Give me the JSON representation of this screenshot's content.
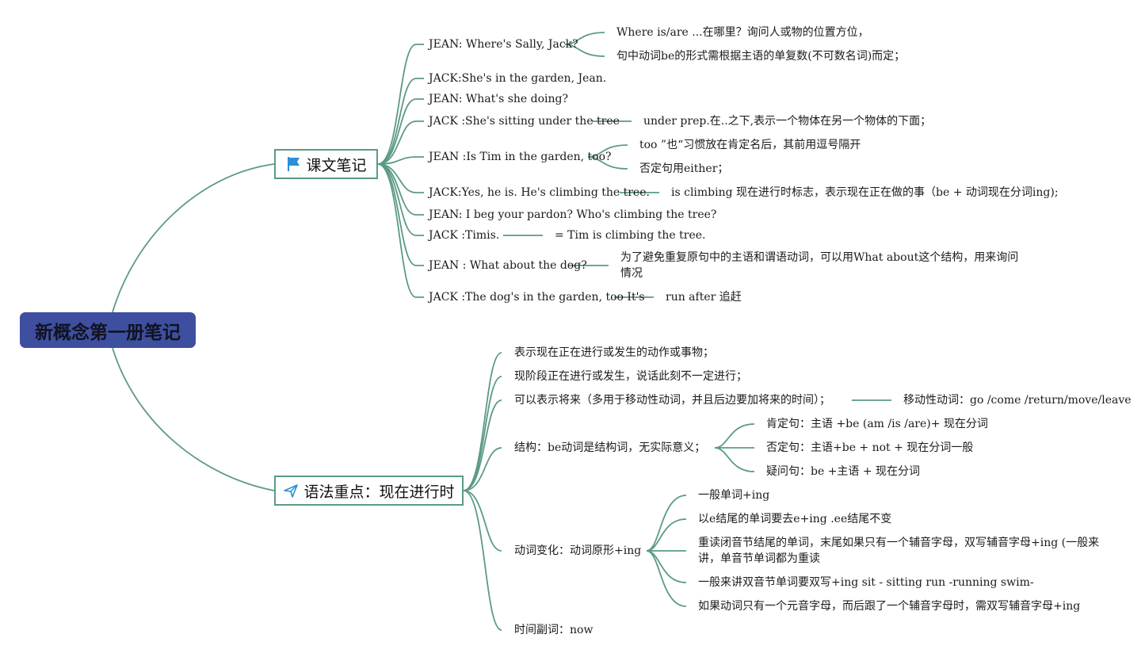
{
  "root": "新概念第一册笔记",
  "topics": {
    "notes": {
      "label": "课文笔记",
      "icon": "flag-icon"
    },
    "grammar": {
      "label": "语法重点：现在进行时",
      "icon": "paper-plane-icon"
    }
  },
  "notes_items": [
    {
      "text": "JEAN: Where's Sally, Jack?",
      "children": [
        "Where is/are ...在哪里？询问人或物的位置方位，",
        "句中动词be的形式需根据主语的单复数(不可数名词)而定；"
      ]
    },
    {
      "text": "JACK:She's in the garden, Jean.",
      "children": []
    },
    {
      "text": "JEAN: What's she doing?",
      "children": []
    },
    {
      "text": "JACK :She's sitting under the tree",
      "children": [
        "under prep.在..之下,表示一个物体在另一个物体的下面；"
      ]
    },
    {
      "text": "JEAN :Is Tim in the garden, too?",
      "children": [
        "too ”也“习惯放在肯定名后，其前用逗号隔开",
        "否定句用either；"
      ]
    },
    {
      "text": "JACK:Yes, he is. He's climbing the tree.",
      "children": [
        "is climbing 现在进行时标志，表示现在正在做的事（be + 动词现在分词ing);"
      ]
    },
    {
      "text": "JEAN: I beg your pardon? Who's climbing the tree?",
      "children": []
    },
    {
      "text": "JACK :Timis.",
      "children": [
        "= Tim is climbing the tree."
      ]
    },
    {
      "text": "JEAN : What about the dog?",
      "children": [
        "为了避免重复原句中的主语和谓语动词，可以用What about这个结构，用来询问情况"
      ]
    },
    {
      "text": "JACK :The dog's in the garden, too It's",
      "children": [
        "run after 追赶"
      ]
    }
  ],
  "grammar_items": [
    {
      "text": "表示现在正在进行或发生的动作或事物；",
      "children": []
    },
    {
      "text": "现阶段正在进行或发生，说话此刻不一定进行；",
      "children": []
    },
    {
      "text": "可以表示将来（多用于移动性动词，并且后边要加将来的时间）；",
      "children": [
        "移动性动词：go /come /return/move/leave"
      ]
    },
    {
      "text": "结构：be动词是结构词，无实际意义；",
      "children": [
        "肯定句：主语 +be (am /is /are)+ 现在分词",
        "否定句：主语+be + not + 现在分词一般",
        "疑问句：be +主语 + 现在分词"
      ]
    },
    {
      "text": "动词变化：动词原形+ing",
      "children": [
        "一般单词+ing",
        "以e结尾的单词要去e+ing .ee结尾不变",
        "重读闭音节结尾的单词，末尾如果只有一个辅音字母，双写辅音字母+ing (一般来讲，单音节单词都为重读",
        "一般来讲双音节单词要双写+ing sit - sitting run -running swim-",
        "如果动词只有一个元音字母，而后跟了一个辅音字母时，需双写辅音字母+ing"
      ]
    },
    {
      "text": "时间副词：now",
      "children": []
    }
  ],
  "colors": {
    "line": "#5b9a86",
    "root_bg": "#3e4fa0",
    "flag": "#2a8fd6",
    "plane": "#2a8fd6"
  }
}
